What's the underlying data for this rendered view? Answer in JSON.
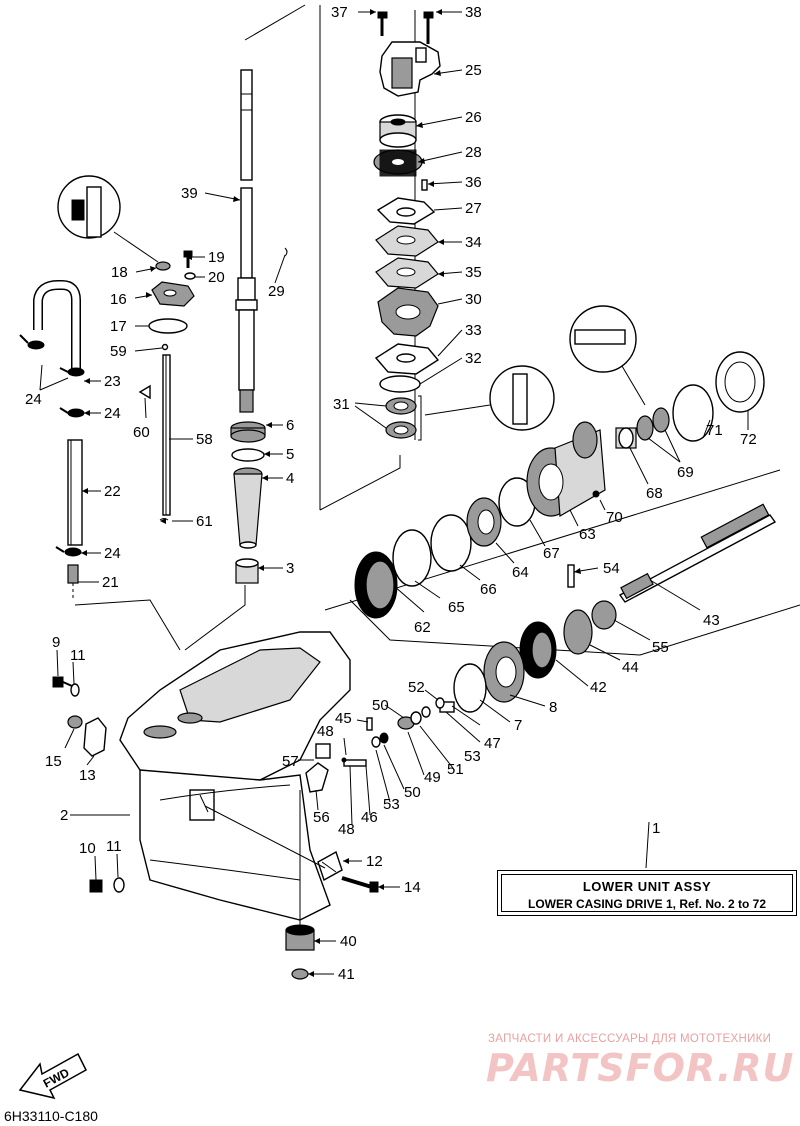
{
  "diagram_code": "6H33110-C180",
  "title_box": {
    "line1": "LOWER UNIT ASSY",
    "line2": "LOWER CASING DRIVE 1, Ref. No. 2 to 72"
  },
  "direction_marker": "FWD",
  "watermark": {
    "tagline": "ЗАПЧАСТИ И АКСЕССУАРЫ ДЛЯ МОТОТЕХНИКИ",
    "brand": "PARTSFOR.RU"
  },
  "callouts": {
    "c1": "1",
    "c2": "2",
    "c3": "3",
    "c4": "4",
    "c5": "5",
    "c6": "6",
    "c7": "7",
    "c8": "8",
    "c9": "9",
    "c10": "10",
    "c11a": "11",
    "c11b": "11",
    "c12": "12",
    "c13": "13",
    "c14": "14",
    "c15": "15",
    "c16": "16",
    "c17": "17",
    "c18": "18",
    "c19": "19",
    "c20": "20",
    "c21": "21",
    "c22": "22",
    "c23": "23",
    "c24a": "24",
    "c24b": "24",
    "c24c": "24",
    "c25": "25",
    "c26": "26",
    "c27": "27",
    "c28": "28",
    "c29": "29",
    "c30": "30",
    "c31": "31",
    "c32": "32",
    "c33": "33",
    "c34": "34",
    "c35": "35",
    "c36": "36",
    "c37": "37",
    "c38": "38",
    "c39": "39",
    "c40": "40",
    "c41": "41",
    "c42": "42",
    "c43": "43",
    "c44": "44",
    "c45": "45",
    "c46": "46",
    "c47": "47",
    "c48a": "48",
    "c48b": "48",
    "c49": "49",
    "c50a": "50",
    "c50b": "50",
    "c51": "51",
    "c52": "52",
    "c53a": "53",
    "c53b": "53",
    "c54": "54",
    "c55": "55",
    "c56": "56",
    "c57": "57",
    "c58": "58",
    "c59": "59",
    "c60": "60",
    "c61": "61",
    "c62": "62",
    "c63": "63",
    "c64": "64",
    "c65": "65",
    "c66": "66",
    "c67": "67",
    "c68": "68",
    "c69": "69",
    "c70": "70",
    "c71": "71",
    "c72": "72"
  }
}
